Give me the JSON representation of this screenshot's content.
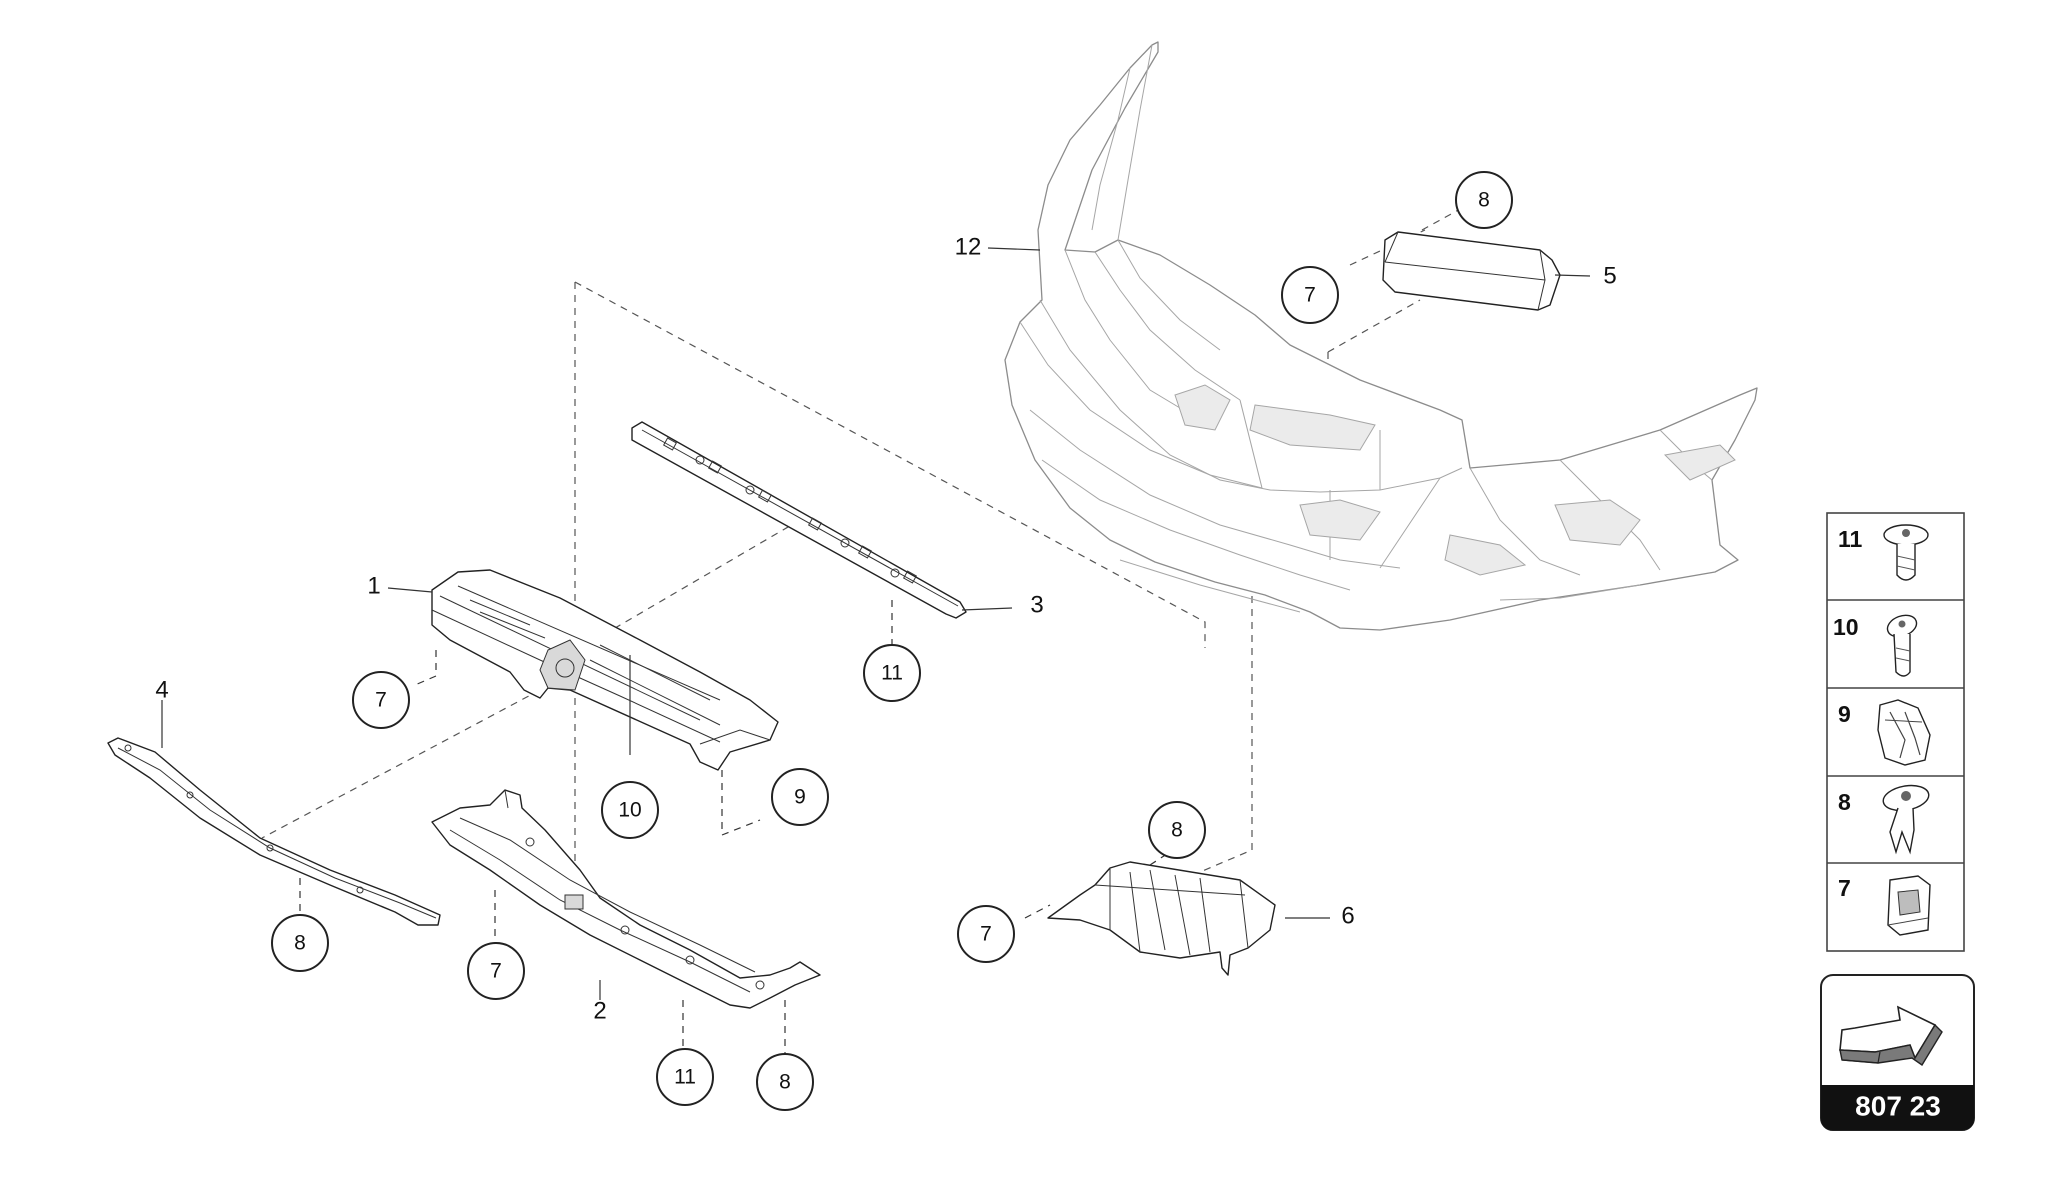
{
  "diagram": {
    "part_labels": [
      "1",
      "2",
      "3",
      "4",
      "5",
      "6",
      "12"
    ],
    "callouts": [
      "8",
      "7",
      "7",
      "11",
      "10",
      "9",
      "8",
      "7",
      "7",
      "11",
      "8",
      "8",
      "7"
    ],
    "legend": [
      {
        "number": "11",
        "icon": "screw-icon"
      },
      {
        "number": "10",
        "icon": "bolt-icon"
      },
      {
        "number": "9",
        "icon": "spring-clip-icon"
      },
      {
        "number": "8",
        "icon": "expansion-rivet-icon"
      },
      {
        "number": "7",
        "icon": "clip-nut-icon"
      }
    ],
    "reference": {
      "code": "807 23",
      "icon": "direction-arrow-icon"
    }
  }
}
